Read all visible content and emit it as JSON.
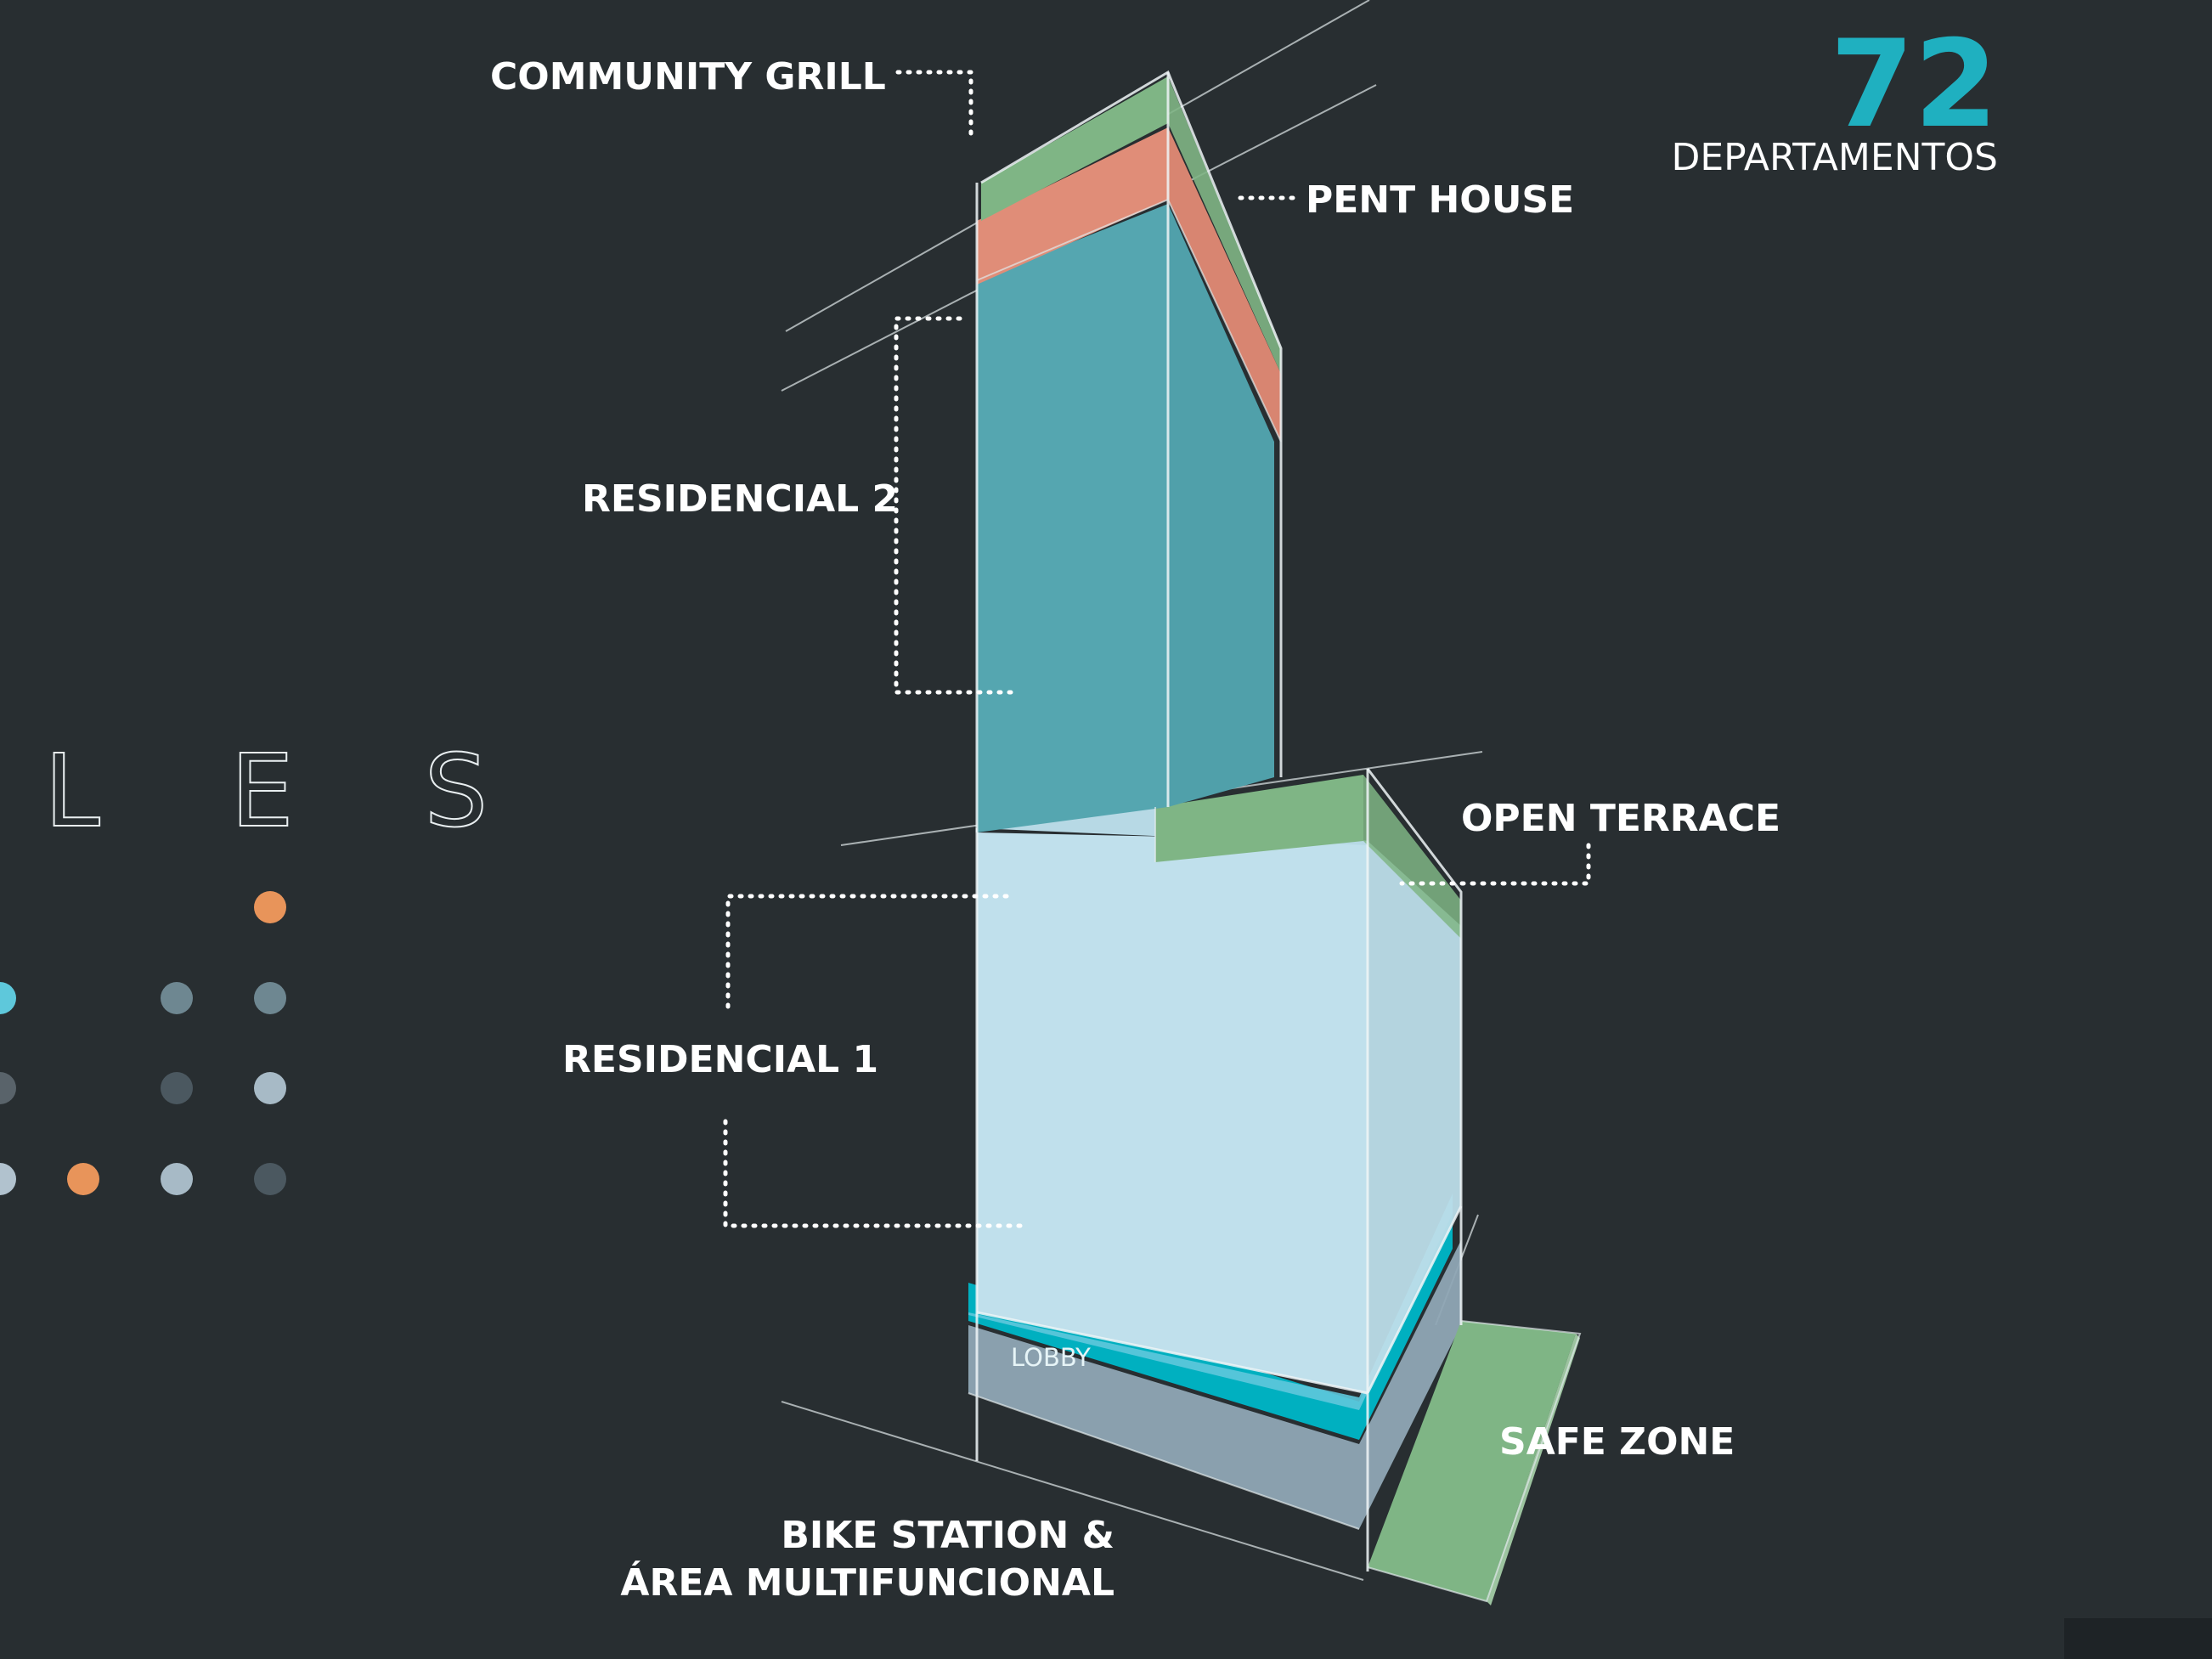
{
  "counter": {
    "number": "72",
    "caption": "DEPARTAMENTOS",
    "color": "#1fb0c0"
  },
  "side_letters": "L E S",
  "zones": {
    "community_grill": "COMMUNITY GRILL",
    "pent_house": "PENT HOUSE",
    "residencial_2": "RESIDENCIAL  2",
    "open_terrace": "OPEN TERRACE",
    "residencial_1": "RESIDENCIAL  1",
    "lobby": "LOBBY",
    "safe_zone": "SAFE  ZONE",
    "bike_station_line1": "BIKE STATION &",
    "bike_station_line2": "ÁREA MULTIFUNCIONAL"
  },
  "colors": {
    "background": "#282e31",
    "green_zone": "#7fb585",
    "salmon_zone": "#e08d78",
    "teal_zone": "#55a6b0",
    "light_blue_zone": "#c0e0ec",
    "lobby_cyan": "#00b0c0",
    "base_grey": "#8fa6b5"
  },
  "legend_dots": [
    {
      "color": "#e8945a"
    },
    {
      "color": "#5ec8db"
    },
    {
      "color": "#6e8791"
    },
    {
      "color": "#6e8791"
    },
    {
      "color": "#59636a"
    },
    {
      "color": "#4b5860"
    },
    {
      "color": "#a7bac6"
    },
    {
      "color": "#b1c2ce"
    },
    {
      "color": "#e8945a"
    },
    {
      "color": "#a7bac6"
    },
    {
      "color": "#4b5860"
    }
  ]
}
